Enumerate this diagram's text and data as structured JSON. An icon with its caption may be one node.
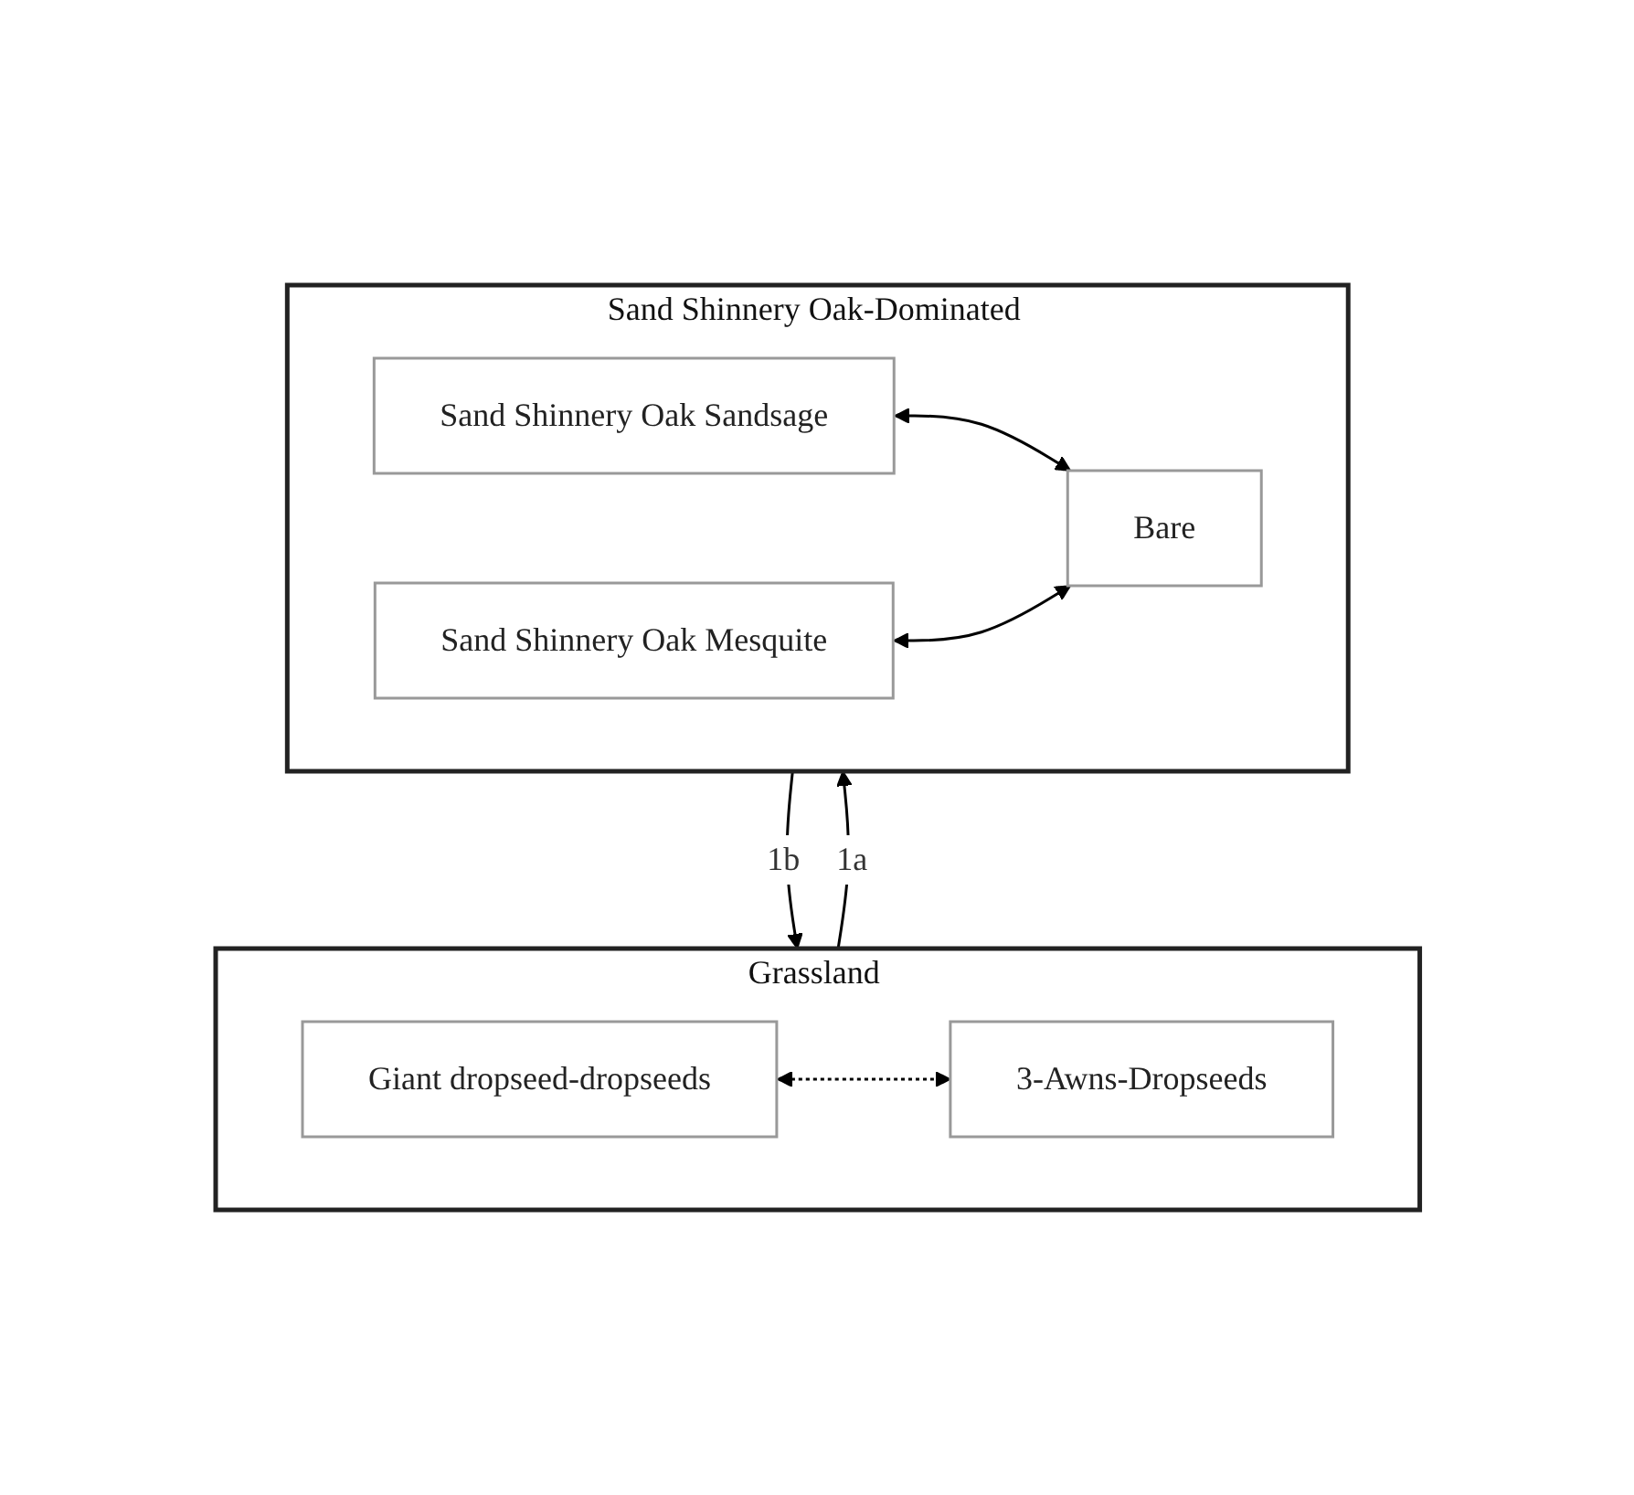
{
  "diagram": {
    "nodes": [
      {
        "text": [
          "Grassland"
        ]
      },
      {
        "text": [
          "Giant dropseed-dropseeds"
        ],
        "in": 0
      },
      {
        "text": [
          "3-Awns-Dropseeds"
        ],
        "in": 0
      },
      {
        "text": [
          "Sand Shinnery Oak-Dominated"
        ]
      },
      {
        "text": [
          "Sand Shinnery Oak Sandsage"
        ],
        "in": 3
      },
      {
        "text": [
          "Sand Shinnery Oak Mesquite"
        ],
        "in": 3
      },
      {
        "text": [
          "Bare"
        ],
        "in": 3
      }
    ],
    "edges": [
      {
        "from": 1,
        "to": 2,
        "arrow": "both",
        "style": "dashed"
      },
      {
        "from": 0,
        "to": 3,
        "arrow": "to",
        "label": "1a"
      },
      {
        "from": 3,
        "to": 0,
        "arrow": "to",
        "label": "1b"
      },
      {
        "from": 4,
        "to": 6,
        "arrow": "both"
      },
      {
        "from": 5,
        "to": 6,
        "arrow": "both"
      }
    ]
  }
}
